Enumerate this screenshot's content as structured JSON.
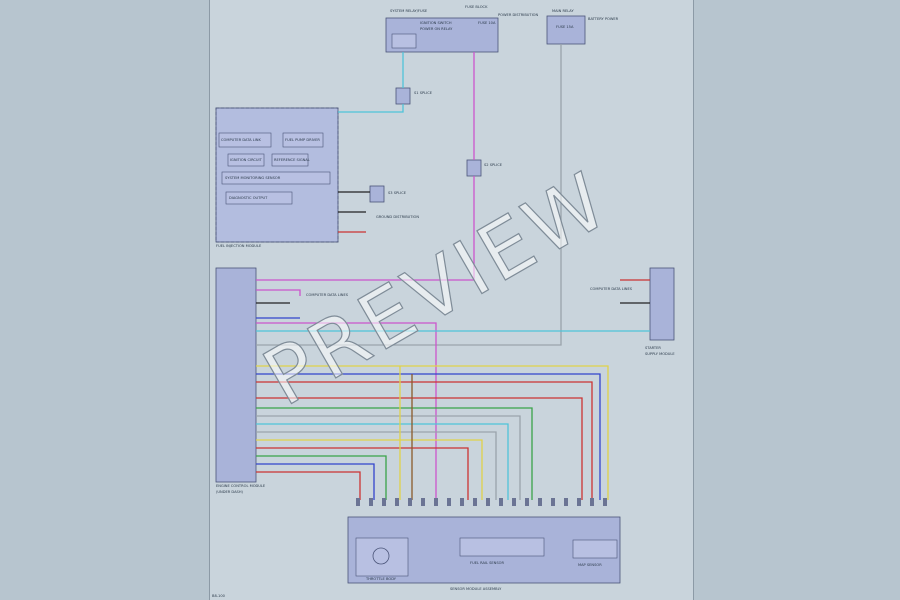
{
  "watermark": "PREVIEW",
  "page_code": "B8-100",
  "modules": {
    "ecm_relay": {
      "label": "SYSTEM RELAY/FUSE",
      "sub": "IGNITION SWITCH",
      "note": "POWER ON RELAY"
    },
    "fuse_block": {
      "label": "FUSE BLOCK",
      "sub": "FUSE 10A",
      "note": "POWER DISTRIBUTION"
    },
    "main_relay": {
      "label": "MAIN RELAY",
      "sub": "FUSE 15A",
      "note": "BATTERY POWER"
    },
    "fuel_module": {
      "label": "FUEL INJECTION MODULE"
    },
    "bcm": {
      "label": "ENGINE CONTROL MODULE",
      "footnote": "(UNDER DASH)"
    },
    "connector_right": {
      "label": "STARTER",
      "sub": "SUPPLY MODULE"
    },
    "bottom_sensors": {
      "left": "THROTTLE BODY",
      "mid": "FUEL RAIL SENSOR",
      "right": "MAP SENSOR"
    },
    "bottom_assembly": {
      "label": "SENSOR MODULE ASSEMBLY"
    }
  },
  "splices": {
    "s1": "S1 SPLICE",
    "s2": "S2 SPLICE",
    "s3": "S3 SPLICE"
  },
  "fuel_module_blocks": [
    "COMPUTER DATA LINK",
    "FUEL PUMP DRIVER",
    "IGNITION CIRCUIT",
    "REFERENCE SIGNAL",
    "SYSTEM MONITORING SENSOR",
    "DIAGNOSTIC OUTPUT"
  ],
  "callouts": {
    "ground_a": "GROUND DISTRIBUTION",
    "ground_b": "COMPUTER DATA LINES",
    "data_right": "COMPUTER DATA LINES"
  },
  "wires": [
    {
      "id": "1",
      "color_name": "PNK",
      "hex": "#cc55cc"
    },
    {
      "id": "2",
      "color_name": "LT BLU",
      "hex": "#4fc3d9"
    },
    {
      "id": "3",
      "color_name": "RED",
      "hex": "#cc3333"
    },
    {
      "id": "4",
      "color_name": "BLU",
      "hex": "#3344cc"
    },
    {
      "id": "5",
      "color_name": "YEL",
      "hex": "#e0d24a"
    },
    {
      "id": "6",
      "color_name": "GRN",
      "hex": "#3aa34a"
    },
    {
      "id": "7",
      "color_name": "BRN",
      "hex": "#8a5a2a"
    },
    {
      "id": "8",
      "color_name": "GRY",
      "hex": "#9aa3ab"
    },
    {
      "id": "9",
      "color_name": "BLK",
      "hex": "#222222"
    }
  ]
}
